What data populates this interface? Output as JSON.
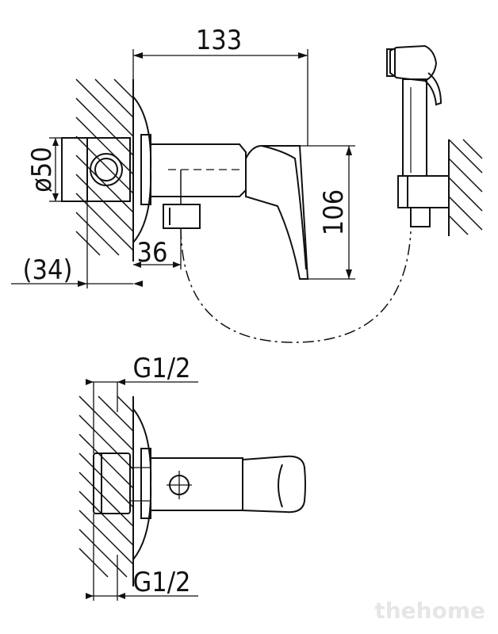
{
  "dimensions": {
    "overall_length": "133",
    "height": "106",
    "diameter": "ø50",
    "wall_offset": "(34)",
    "depth": "36",
    "thread_top": "G1/2",
    "thread_bottom": "G1/2"
  },
  "watermark": "thehome"
}
